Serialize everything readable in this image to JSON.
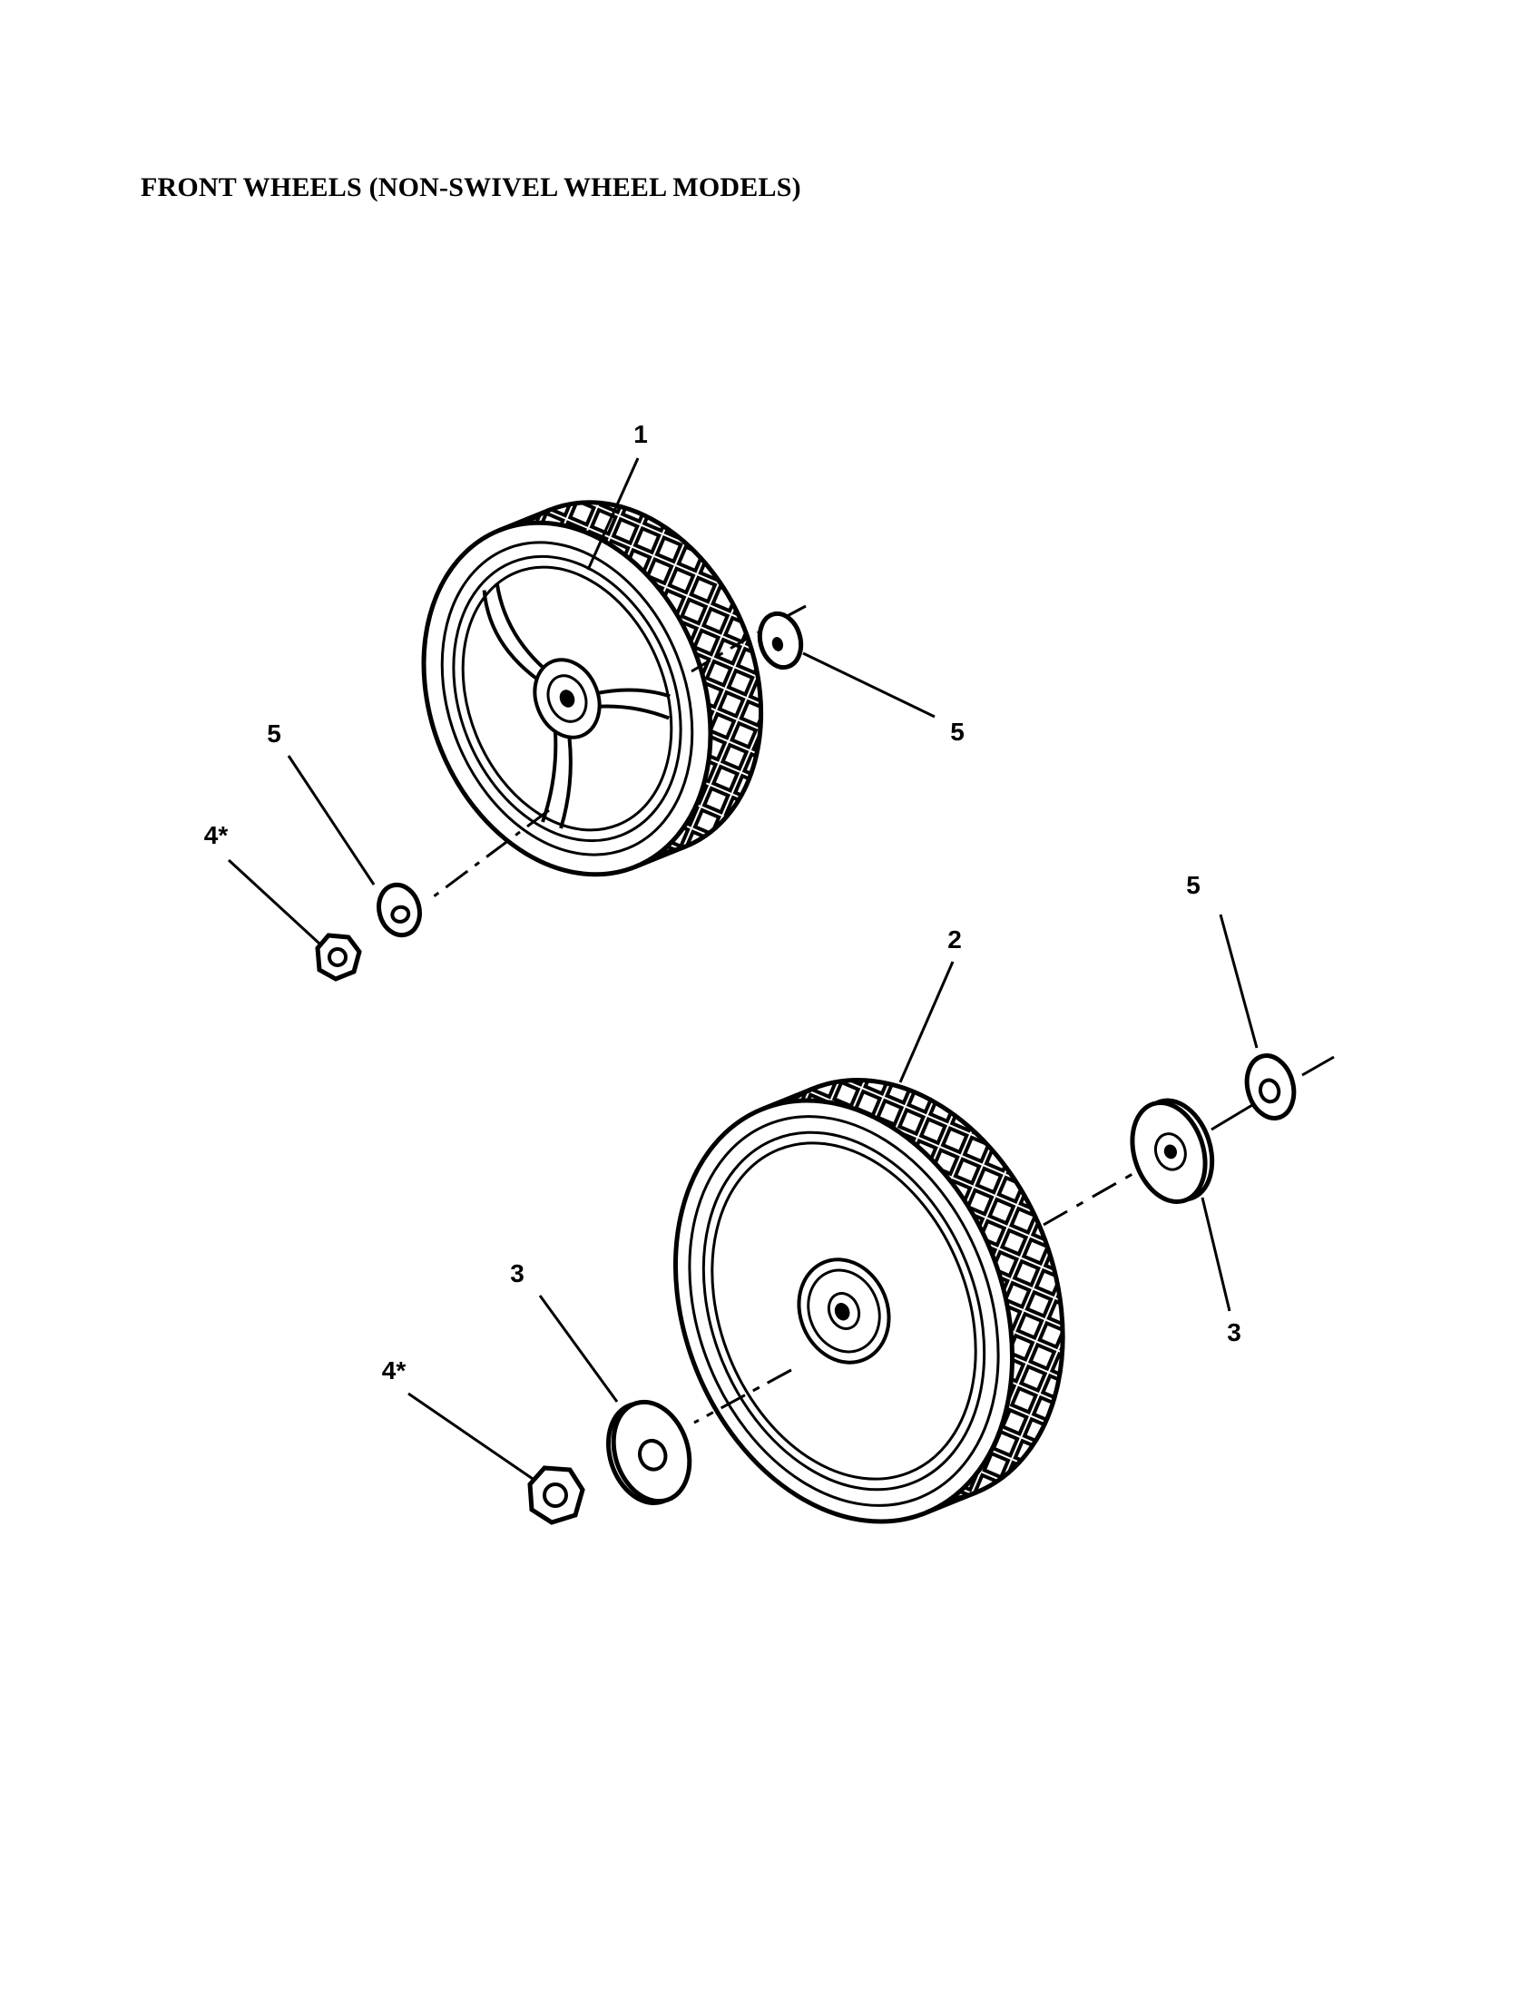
{
  "title": "FRONT WHEELS (NON-SWIVEL WHEEL MODELS)",
  "callouts": [
    {
      "label": "1",
      "part": "wheel"
    },
    {
      "label": "2",
      "part": "wheel"
    },
    {
      "label": "3",
      "part": "hub cap"
    },
    {
      "label": "3",
      "part": "hub cap"
    },
    {
      "label": "4*",
      "part": "nut"
    },
    {
      "label": "4*",
      "part": "nut"
    },
    {
      "label": "5",
      "part": "washer"
    },
    {
      "label": "5",
      "part": "washer"
    },
    {
      "label": "5",
      "part": "washer"
    }
  ],
  "colors": {
    "ink": "#000000",
    "background": "#ffffff"
  }
}
